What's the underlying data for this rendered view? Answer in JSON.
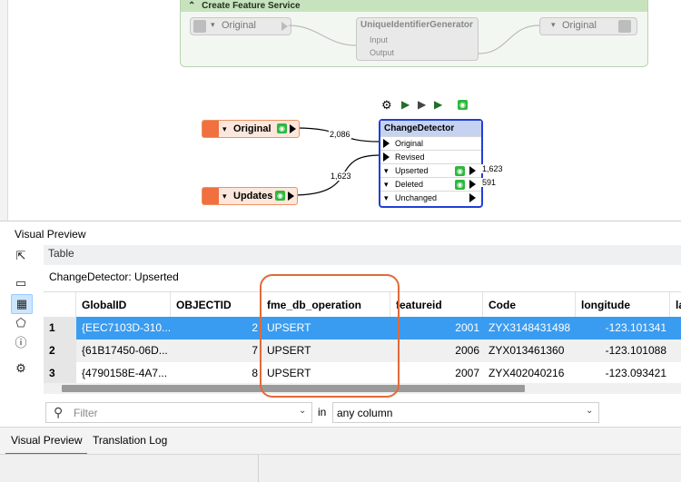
{
  "canvas": {
    "bookmark_title": "Create Feature Service",
    "nodes": {
      "reader_original_gray": "Original",
      "uid_generator": {
        "title": "UniqueIdentifierGenerator",
        "input": "Input",
        "output": "Output"
      },
      "writer_original_gray": "Original",
      "reader_original": "Original",
      "reader_updates": "Updates",
      "change_detector": {
        "title": "ChangeDetector",
        "inputs": [
          "Original",
          "Revised"
        ],
        "outputs": [
          "Upserted",
          "Deleted",
          "Unchanged"
        ]
      }
    },
    "edge_counts": {
      "original": "2,086",
      "updates": "1,623",
      "upserted": "1,623",
      "deleted": "591"
    }
  },
  "visual_preview": {
    "title": "Visual Preview",
    "view_label": "Table",
    "dataset": "ChangeDetector: Upserted",
    "columns": [
      "GlobalID",
      "OBJECTID",
      "fme_db_operation",
      "featureid",
      "Code",
      "longitude",
      "la"
    ],
    "rows": [
      {
        "n": "1",
        "cells": [
          "{EEC7103D-310...",
          "2",
          "UPSERT",
          "2001",
          "ZYX3148431498",
          "-123.101341"
        ]
      },
      {
        "n": "2",
        "cells": [
          "{61B17450-06D...",
          "7",
          "UPSERT",
          "2006",
          "ZYX013461360",
          "-123.101088"
        ]
      },
      {
        "n": "3",
        "cells": [
          "{4790158E-4A7...",
          "8",
          "UPSERT",
          "2007",
          "ZYX402040216",
          "-123.093421"
        ]
      }
    ],
    "filter": {
      "placeholder": "Filter",
      "in_label": "in",
      "column_scope": "any column"
    }
  },
  "tabs": [
    "Visual Preview",
    "Translation Log"
  ],
  "colors": {
    "selection": "#3a9cf0",
    "annotation": "#e06a3a",
    "change_detector_border": "#1f3fd6",
    "reader": "#f07040"
  }
}
